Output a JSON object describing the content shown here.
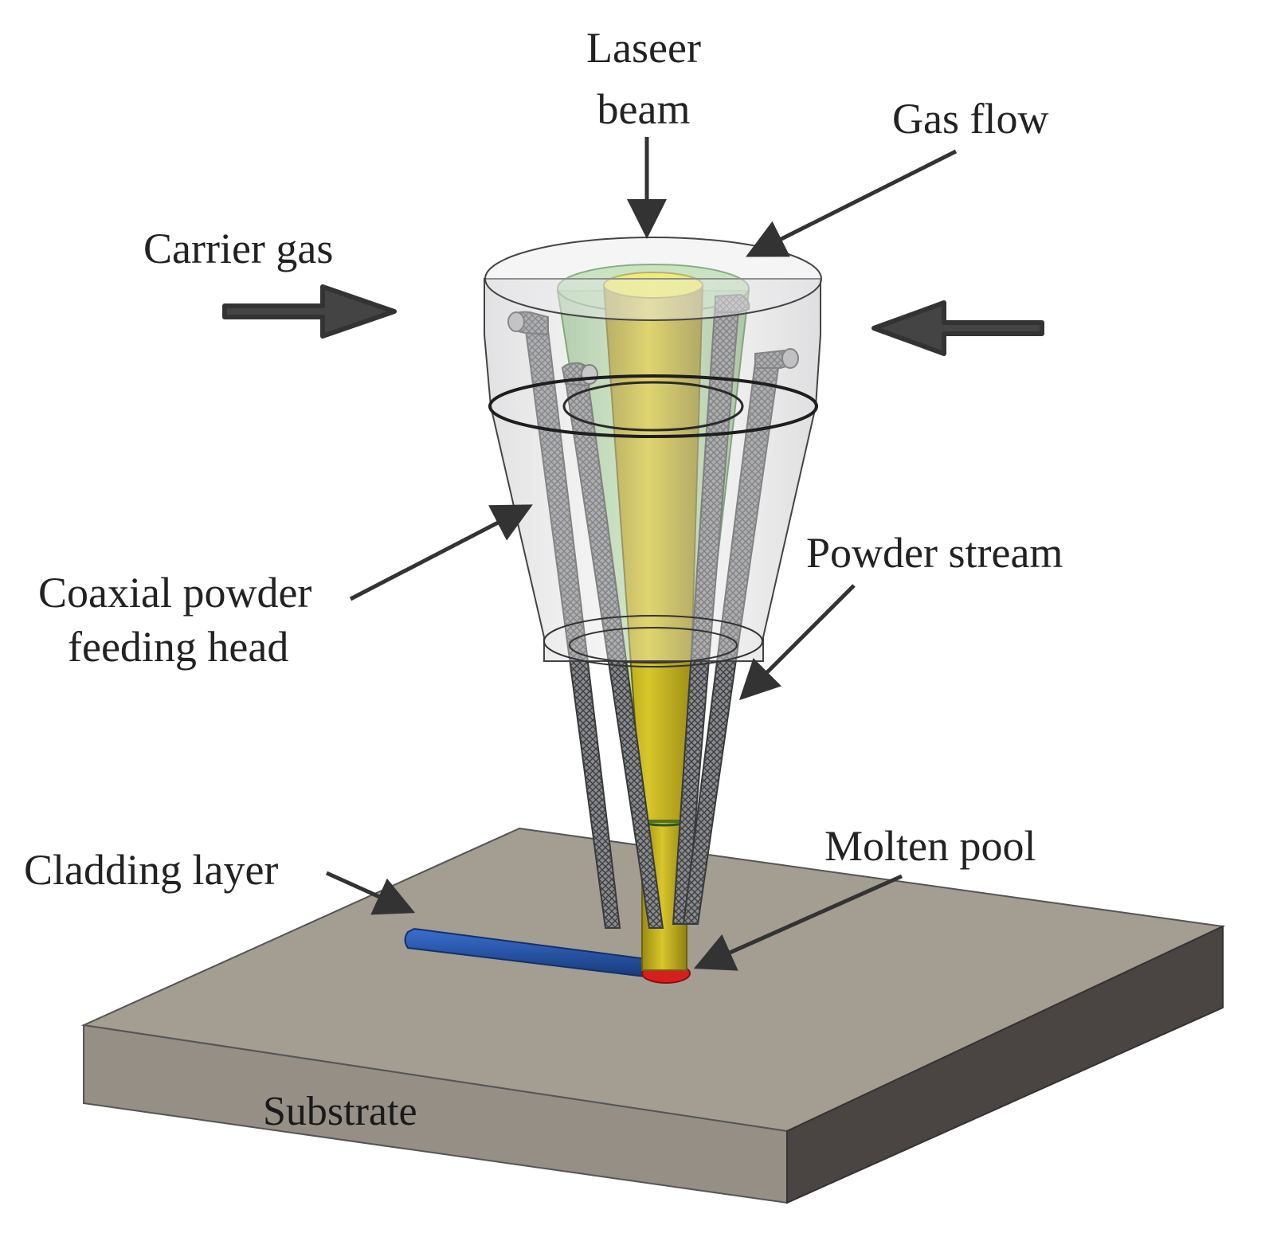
{
  "labels": {
    "laser_line1": "Laseer",
    "laser_line2": "beam",
    "gas_flow": "Gas flow",
    "carrier_gas": "Carrier gas",
    "powder_stream": "Powder stream",
    "head_line1": "Coaxial powder",
    "head_line2": "feeding head",
    "molten_pool": "Molten pool",
    "cladding_layer": "Cladding layer",
    "substrate": "Substrate"
  },
  "colors": {
    "substrate_top": "#a39d92",
    "substrate_front": "#8f8a80",
    "substrate_side": "#4a4543",
    "cladding": "#1f4fa0",
    "molten_pool": "#d81e1e",
    "laser": "#d8c62a",
    "laser_top": "#f4f11a",
    "gas_cone": "#8fd08a",
    "head_shell": "#cfd0d2",
    "arrow": "#444444"
  }
}
